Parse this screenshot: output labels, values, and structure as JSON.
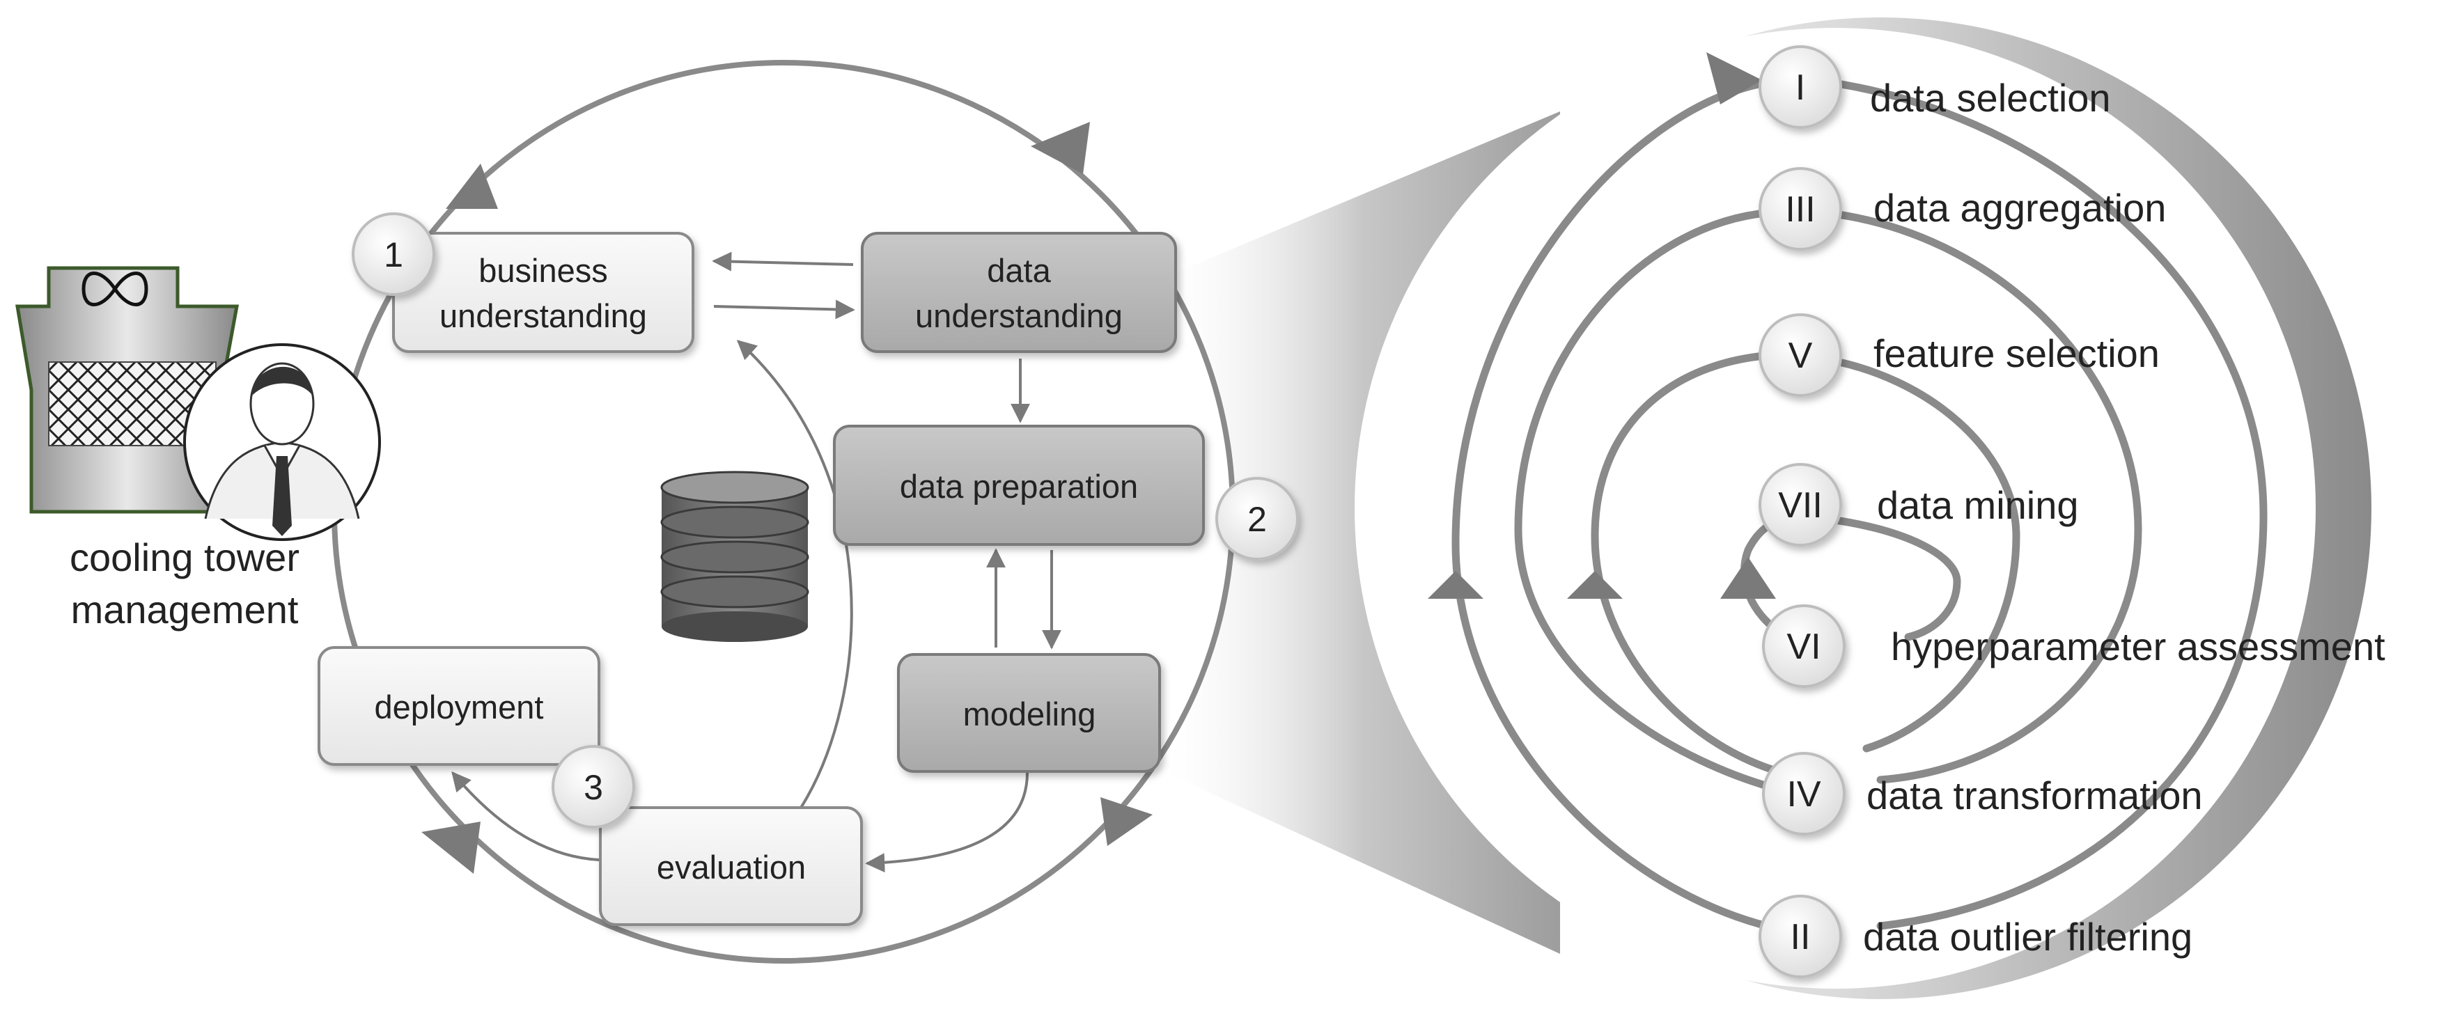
{
  "actor": {
    "line1": "cooling tower",
    "line2": "management",
    "icons": [
      "cooling-tower-icon",
      "person-icon"
    ]
  },
  "crisp_dm": {
    "phases": {
      "business": {
        "line1": "business",
        "line2": "understanding"
      },
      "data_understanding": {
        "line1": "data",
        "line2": "understanding"
      },
      "data_preparation": {
        "label": "data preparation"
      },
      "modeling": {
        "label": "modeling"
      },
      "evaluation": {
        "label": "evaluation"
      },
      "deployment": {
        "label": "deployment"
      }
    },
    "badges": [
      "1",
      "2",
      "3"
    ],
    "center_icon": "database-icon"
  },
  "preparation_steps": [
    {
      "numeral": "I",
      "label": "data selection"
    },
    {
      "numeral": "III",
      "label": "data aggregation"
    },
    {
      "numeral": "V",
      "label": "feature selection"
    },
    {
      "numeral": "VII",
      "label": "data mining"
    },
    {
      "numeral": "VI",
      "label": "hyperparameter assessment"
    },
    {
      "numeral": "IV",
      "label": "data transformation"
    },
    {
      "numeral": "II",
      "label": "data outlier filtering"
    }
  ],
  "colors": {
    "light_box": "#f2f2f2",
    "dark_box": "#bcbcbc",
    "stroke": "#7a7a7a",
    "tower_green": "#3c5a2a"
  }
}
